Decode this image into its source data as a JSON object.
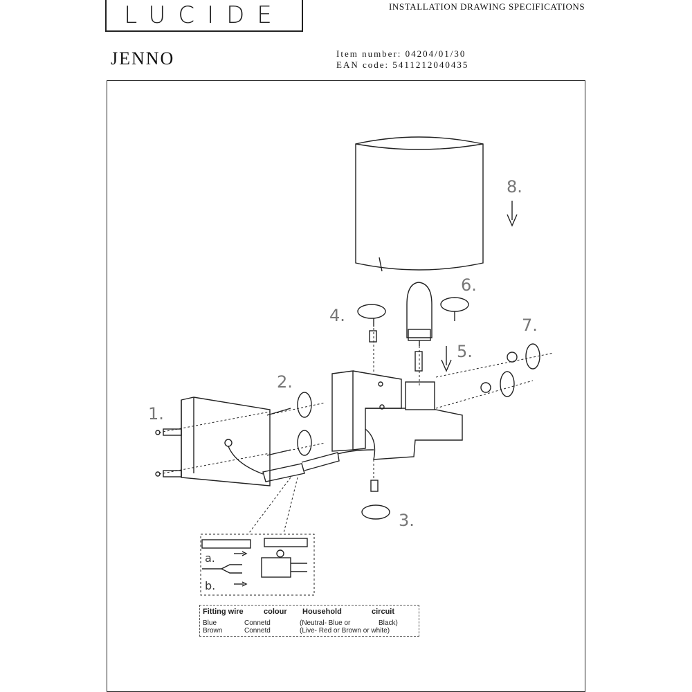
{
  "header": {
    "logo": "LUCIDE",
    "doc_title": "INSTALLATION DRAWING SPECIFICATIONS",
    "product_name": "JENNO",
    "item_number": "Item number: 04204/01/30",
    "ean_code": "EAN code: 5411212040435"
  },
  "diagram": {
    "steps": [
      "1.",
      "2.",
      "3.",
      "4.",
      "5.",
      "6.",
      "7.",
      "8."
    ],
    "sub_steps": [
      "a.",
      "b."
    ]
  },
  "wiring_table": {
    "headers": [
      "Fitting wire",
      "colour",
      "Household",
      "circuit"
    ],
    "rows": [
      {
        "wire": "Blue",
        "action": "Connetd",
        "household": "(Neutral- Blue or",
        "circuit": "Black)"
      },
      {
        "wire": "Brown",
        "action": "Connetd",
        "household": "(Live- Red or Brown or white)",
        "circuit": ""
      }
    ]
  }
}
